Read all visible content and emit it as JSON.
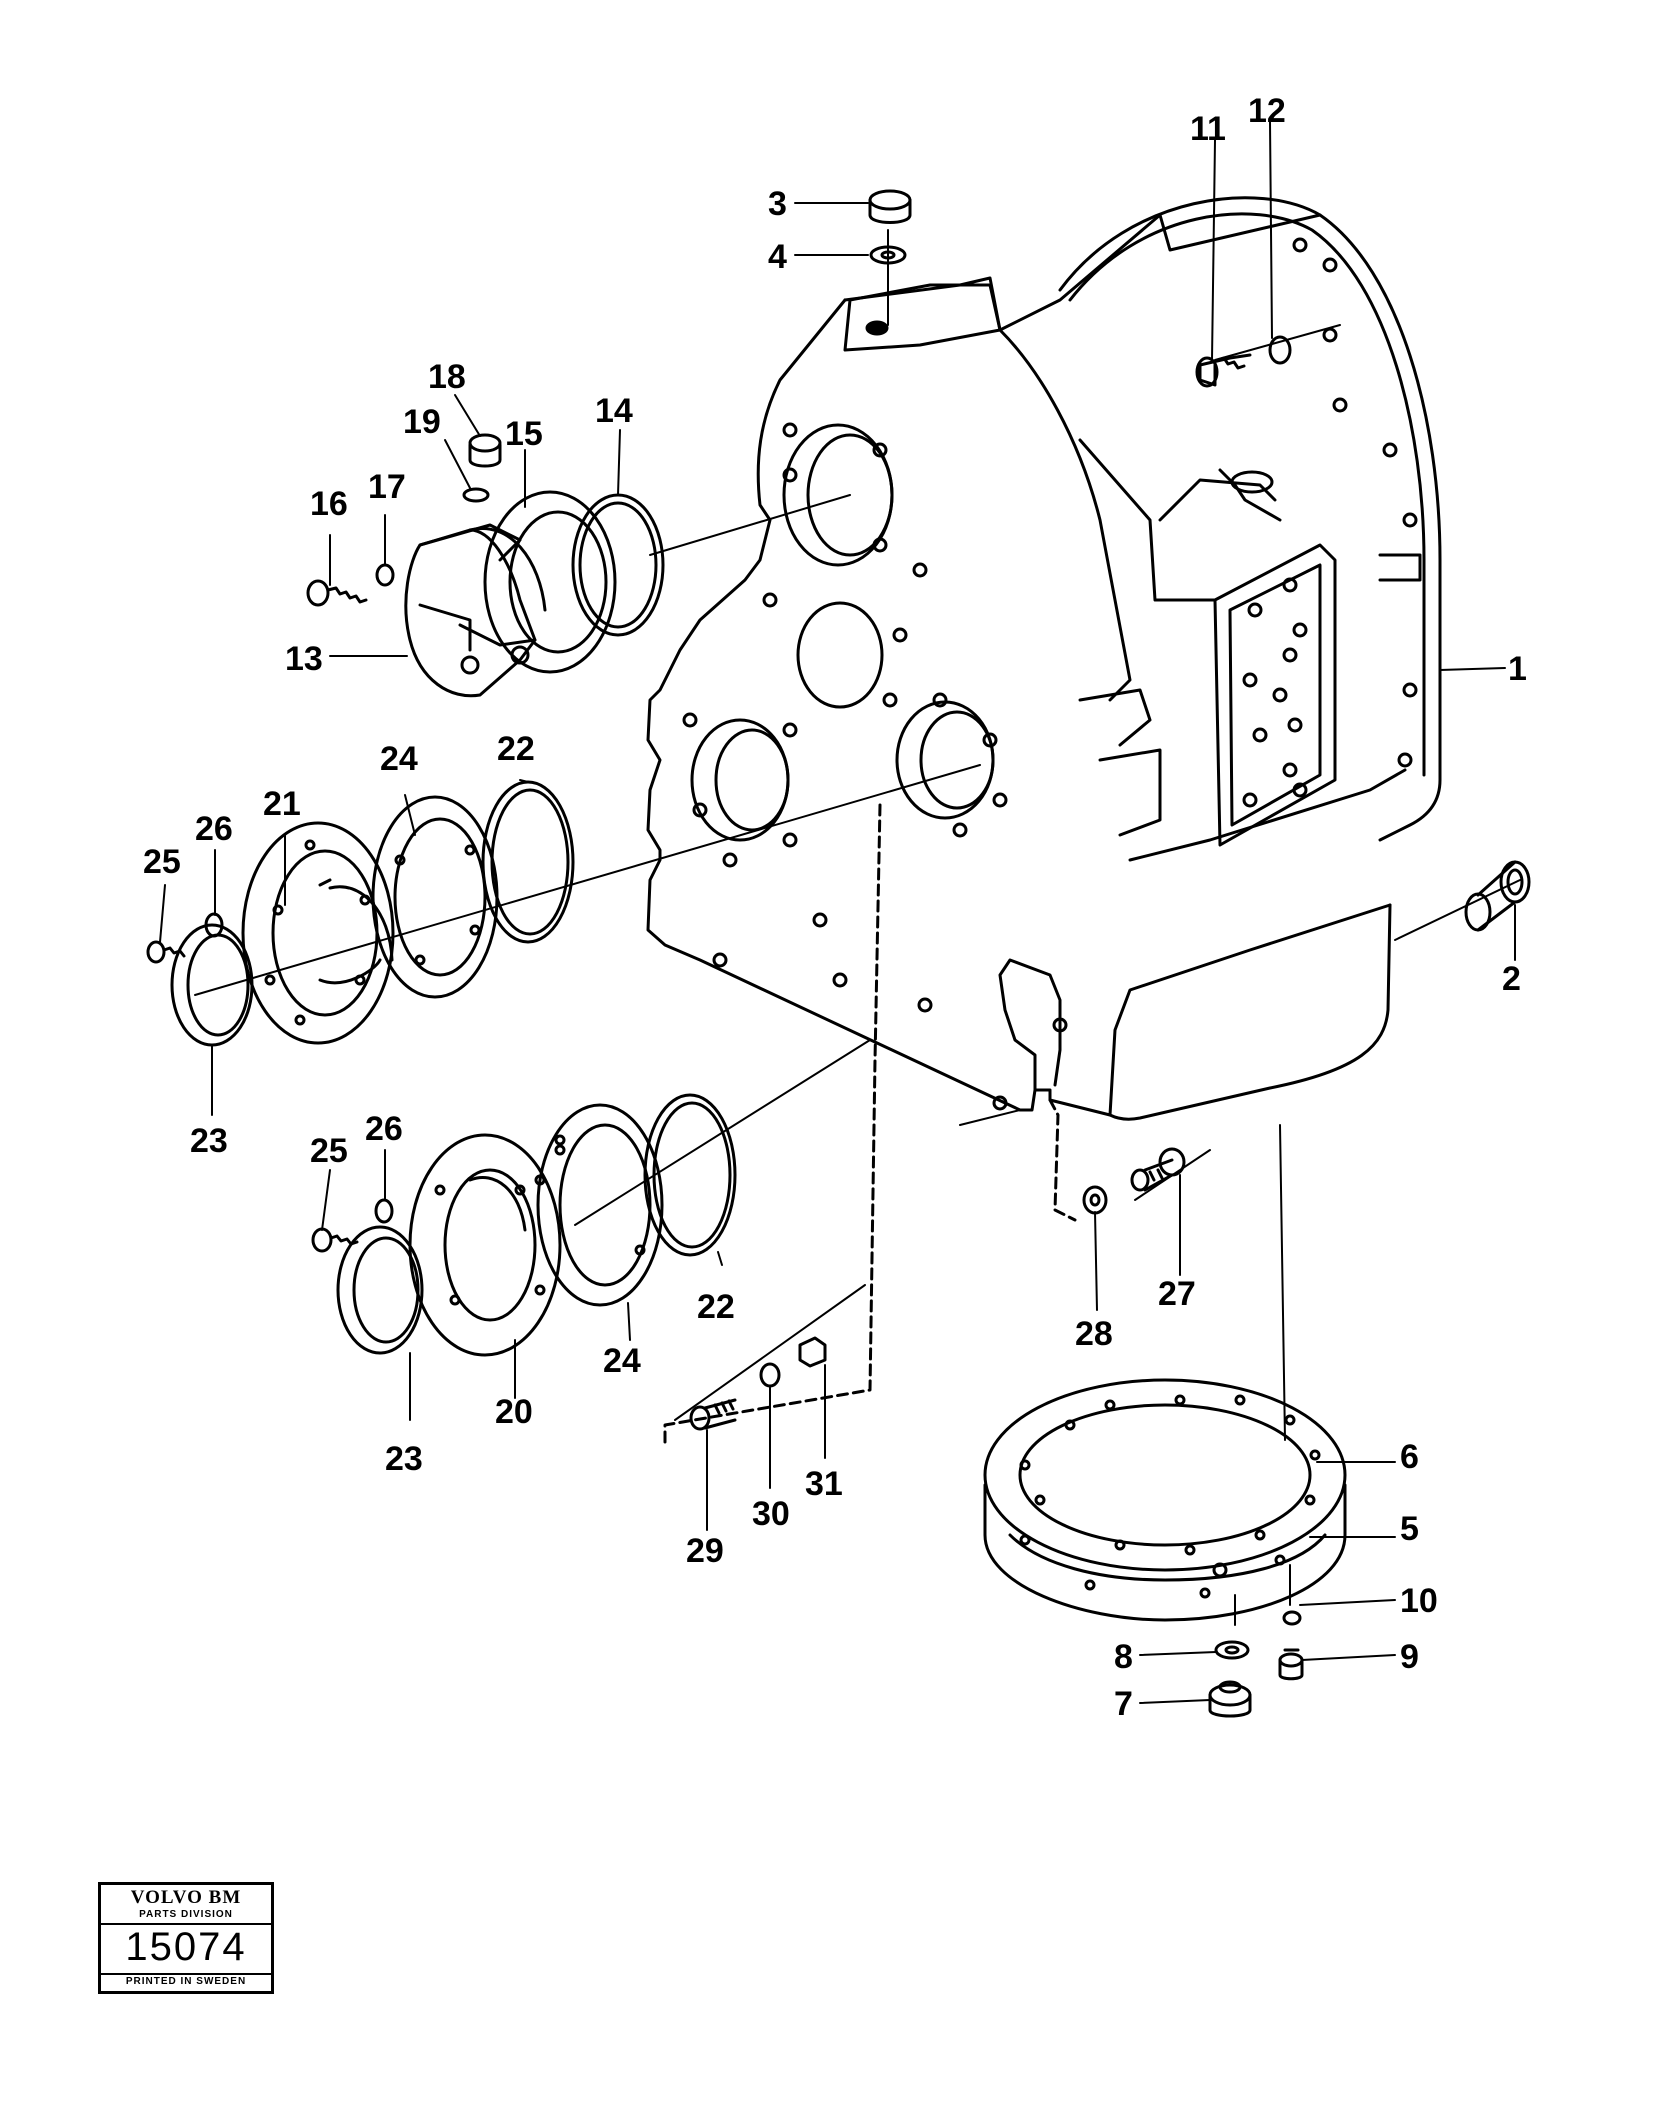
{
  "callouts": [
    "1",
    "2",
    "3",
    "4",
    "5",
    "6",
    "7",
    "8",
    "9",
    "10",
    "11",
    "12",
    "13",
    "14",
    "15",
    "16",
    "17",
    "18",
    "19",
    "20",
    "21",
    "22",
    "22",
    "23",
    "23",
    "24",
    "24",
    "25",
    "25",
    "26",
    "26",
    "27",
    "28",
    "29",
    "30",
    "31"
  ],
  "stamp": {
    "brand": "VOLVO BM",
    "division": "PARTS DIVISION",
    "number": "15074",
    "printed": "PRINTED IN SWEDEN"
  }
}
